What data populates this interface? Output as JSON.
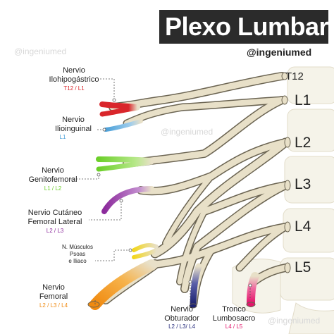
{
  "title": "Plexo Lumbar",
  "handle": "@ingeniumed",
  "watermarks": [
    "@ingeniumed",
    "@ingeniumed",
    "@ingeniumed"
  ],
  "vertebrae": [
    "T12",
    "L1",
    "L2",
    "L3",
    "L4",
    "L5"
  ],
  "nerves": [
    {
      "name_lines": [
        "Nervio",
        "Ilohipogástrico"
      ],
      "roots": "T12 / L1",
      "color": "#d9262b"
    },
    {
      "name_lines": [
        "Nervio",
        "Ilioinguinal"
      ],
      "roots": "L1",
      "color": "#4a9fd8"
    },
    {
      "name_lines": [
        "Nervio",
        "Genitofemoral"
      ],
      "roots": "L1 / L2",
      "color": "#6ccf2a"
    },
    {
      "name_lines": [
        "Nervio Cutáneo",
        "Femoral Lateral"
      ],
      "roots": "L2 / L3",
      "color": "#8b2a9b"
    },
    {
      "name_lines": [
        "N. Músculos",
        "Psoas",
        "e Iliaco"
      ],
      "roots": "",
      "color": "#f2d61e"
    },
    {
      "name_lines": [
        "Nervio",
        "Femoral"
      ],
      "roots": "L2 / L3 / L4",
      "color": "#f39a1c"
    },
    {
      "name_lines": [
        "Nervio",
        "Obturador"
      ],
      "roots": "L2 / L3/ L4",
      "color": "#23297a"
    },
    {
      "name_lines": [
        "Tronco",
        "Lumbosacro"
      ],
      "roots": "L4 / L5",
      "color": "#e3156b"
    }
  ],
  "colors": {
    "nerve_body": "#e8e0c8",
    "nerve_outline": "#6b6452",
    "bone": "#f4f1e6",
    "title_bg": "#2b2b2b"
  }
}
